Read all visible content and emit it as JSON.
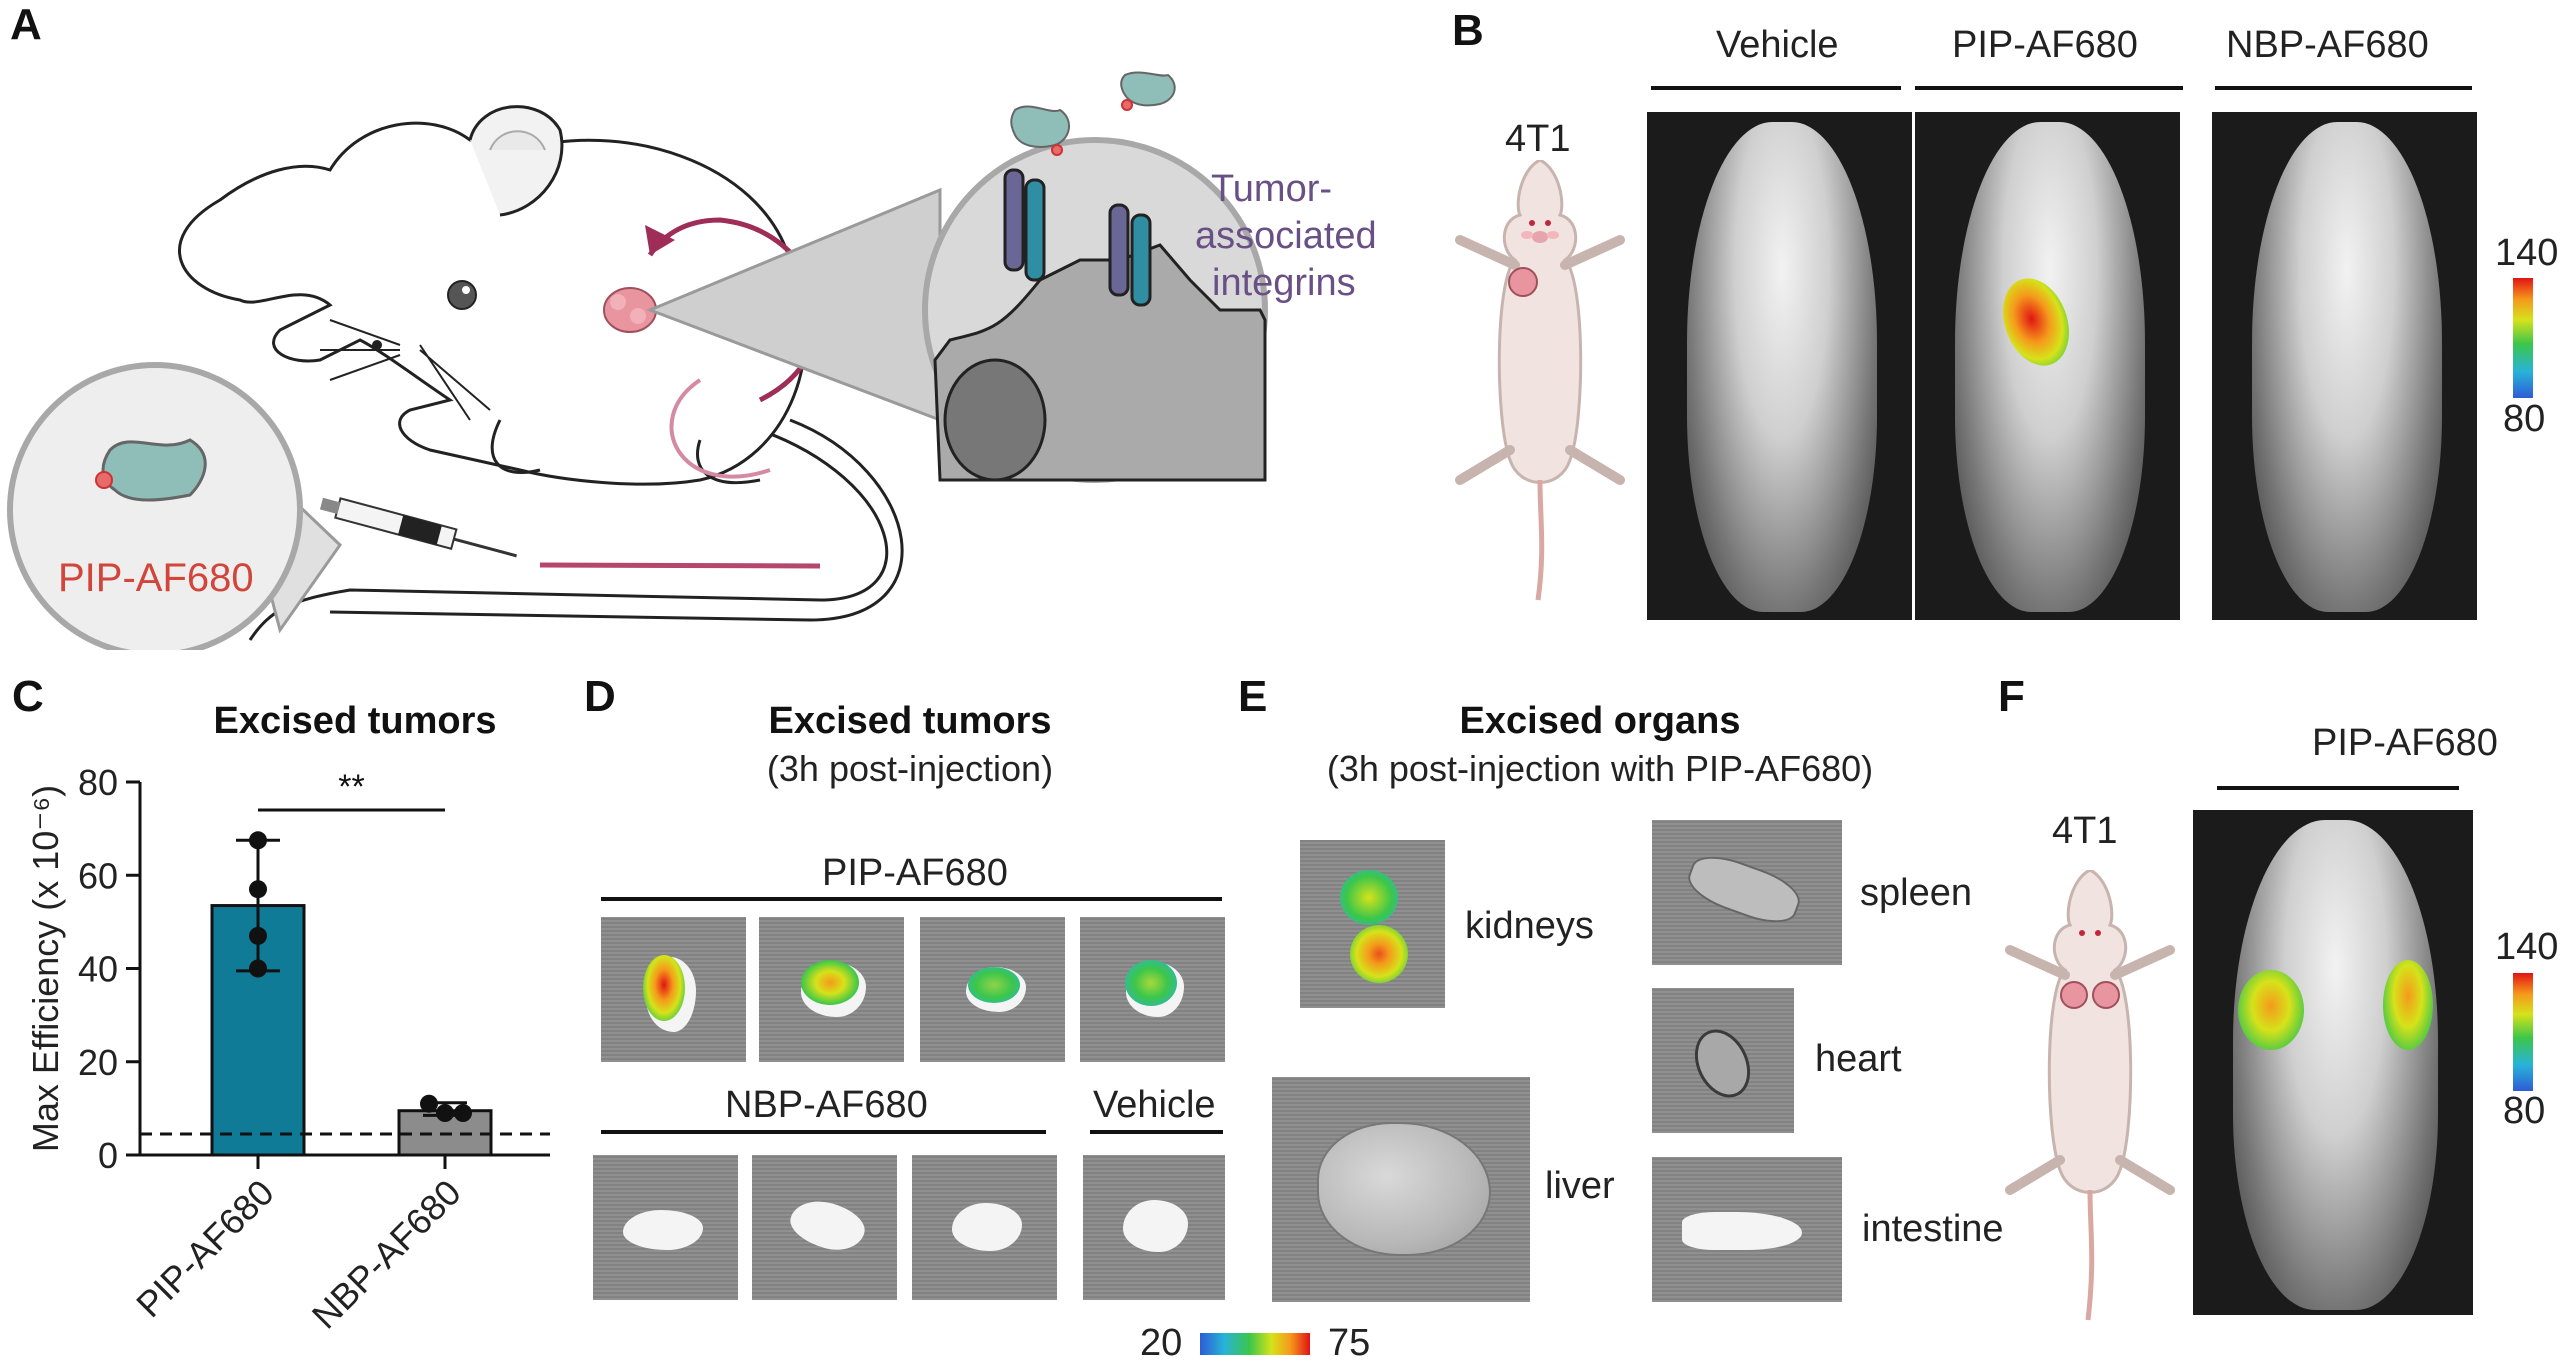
{
  "panels": {
    "a": "A",
    "b": "B",
    "c": "C",
    "d": "D",
    "e": "E",
    "f": "F"
  },
  "panelA": {
    "probe_label": "PIP-AF680",
    "integrin_label_1": "Tumor-",
    "integrin_label_2": "associated",
    "integrin_label_3": "integrins"
  },
  "panelB": {
    "model": "4T1",
    "groups": [
      "Vehicle",
      "PIP-AF680",
      "NBP-AF680"
    ],
    "scale_max": "140",
    "scale_min": "80"
  },
  "panelC": {
    "title": "Excised tumors",
    "significance": "**"
  },
  "chart_data": {
    "type": "bar",
    "title": "Excised tumors",
    "ylabel": "Max Efficiency (x 10⁻⁶)",
    "xlabel": "",
    "categories": [
      "PIP-AF680",
      "NBP-AF680"
    ],
    "values": [
      53.5,
      9.5
    ],
    "error_upper": [
      67.5,
      11.2
    ],
    "error_lower": [
      39.5,
      8.5
    ],
    "points": [
      [
        67.5,
        57,
        47,
        40
      ],
      [
        11,
        9,
        9
      ]
    ],
    "yticks": [
      0,
      20,
      40,
      60,
      80
    ],
    "ylim": [
      0,
      80
    ],
    "baseline": 4.5,
    "colors": [
      "#0f7b96",
      "#8c8c8c"
    ]
  },
  "panelD": {
    "title": "Excised tumors",
    "subtitle": "(3h post-injection)",
    "group_pip": "PIP-AF680",
    "group_nbp": "NBP-AF680",
    "group_vehicle": "Vehicle",
    "scale_min": "20",
    "scale_max": "75"
  },
  "panelE": {
    "title": "Excised organs",
    "subtitle": "(3h post-injection with PIP-AF680)",
    "organs": [
      "kidneys",
      "spleen",
      "heart",
      "liver",
      "intestine"
    ]
  },
  "panelF": {
    "model": "4T1",
    "group": "PIP-AF680",
    "scale_max": "140",
    "scale_min": "80"
  }
}
